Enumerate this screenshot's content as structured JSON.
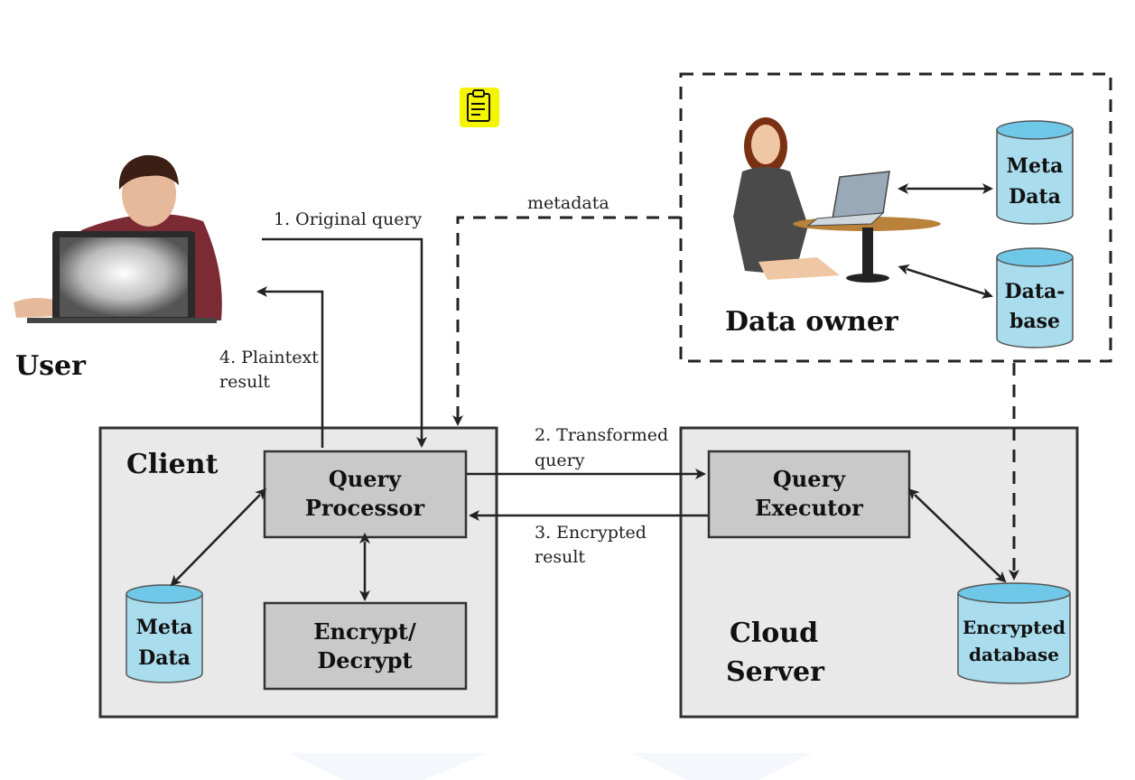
{
  "labels": {
    "user": "User",
    "data_owner": "Data owner",
    "client": "Client",
    "cloud_server_line1": "Cloud",
    "cloud_server_line2": "Server",
    "original_query": "1. Original query",
    "metadata": "metadata",
    "plaintext_line1": "4. Plaintext",
    "plaintext_line2": "result",
    "transformed_line1": "2. Transformed",
    "transformed_line2": "query",
    "encrypted_line1": "3. Encrypted",
    "encrypted_line2": "result"
  },
  "boxes": {
    "query_processor_line1": "Query",
    "query_processor_line2": "Processor",
    "encrypt_decrypt_line1": "Encrypt/",
    "encrypt_decrypt_line2": "Decrypt",
    "query_executor_line1": "Query",
    "query_executor_line2": "Executor"
  },
  "databases": {
    "owner_meta_line1": "Meta",
    "owner_meta_line2": "Data",
    "owner_db_line1": "Data-",
    "owner_db_line2": "base",
    "client_meta_line1": "Meta",
    "client_meta_line2": "Data",
    "encrypted_db_line1": "Encrypted",
    "encrypted_db_line2": "database"
  },
  "colors": {
    "panel_fill": "#e9e9e9",
    "process_fill": "#c9c9c9",
    "cylinder_fill": "#a9dced",
    "cylinder_top": "#6fc8e8",
    "clipboard_icon_bg": "#f5f500"
  },
  "icons": {
    "clipboard": "clipboard-icon",
    "user_figure": "user-at-laptop-icon",
    "owner_figure": "woman-at-laptop-icon"
  }
}
